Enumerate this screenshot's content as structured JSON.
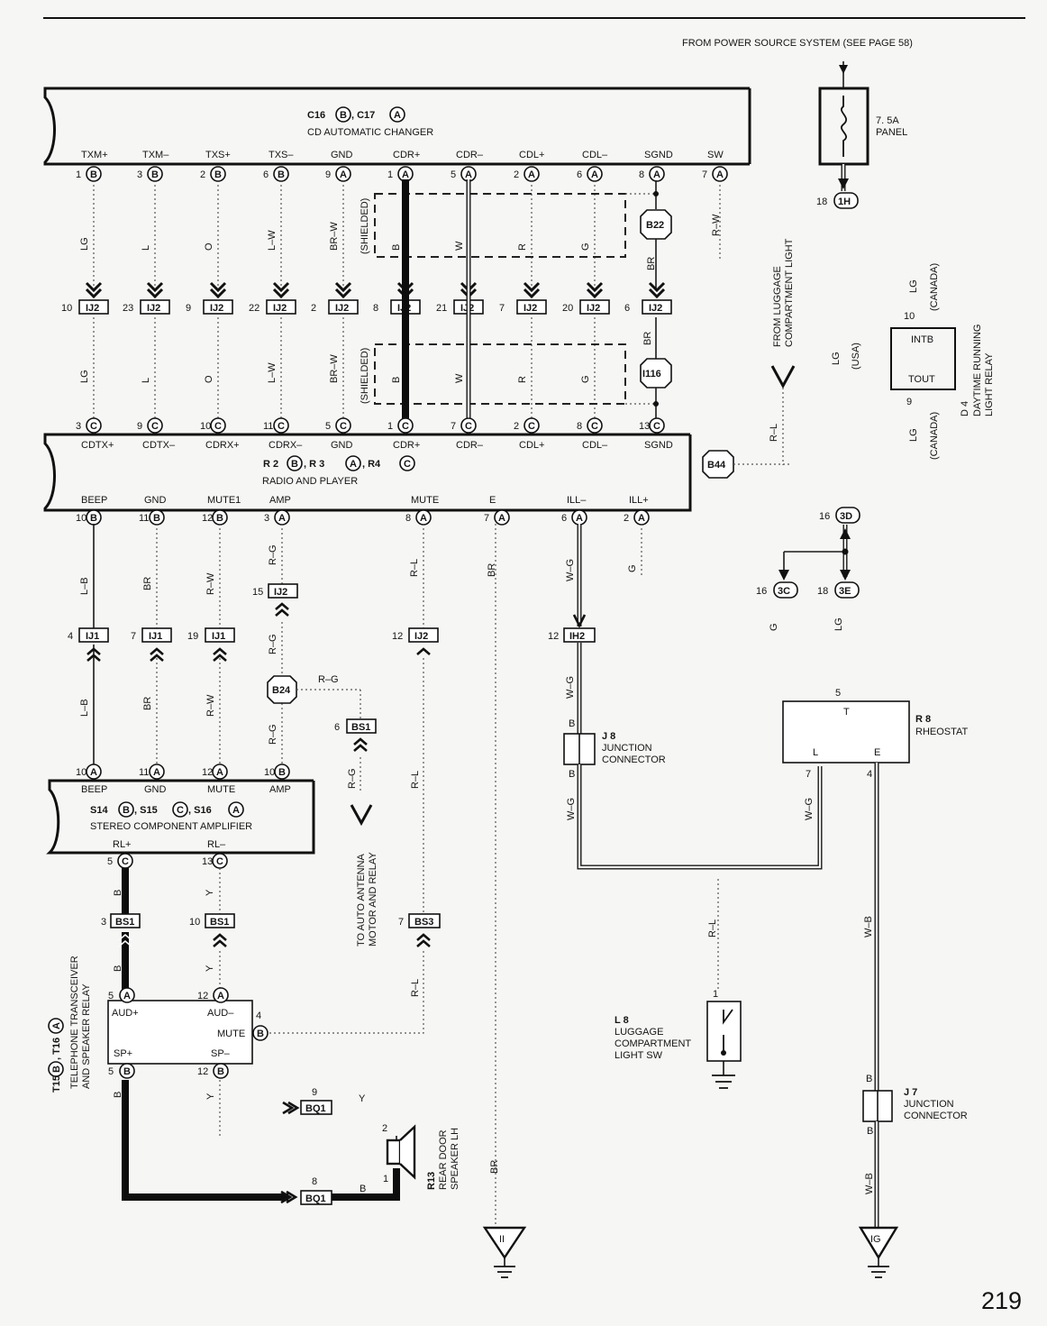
{
  "page_number": "219",
  "power_source_note": "FROM POWER SOURCE SYSTEM (SEE PAGE 58)",
  "fuse": {
    "rating": "7. 5A",
    "name": "PANEL",
    "pin": "18",
    "connector": "1H"
  },
  "cd_changer": {
    "codes": [
      "C16",
      "B",
      ", C17",
      "A"
    ],
    "name": "CD AUTOMATIC CHANGER",
    "pins": [
      {
        "label": "TXM+",
        "num": "1",
        "conn": "B"
      },
      {
        "label": "TXM–",
        "num": "3",
        "conn": "B"
      },
      {
        "label": "TXS+",
        "num": "2",
        "conn": "B"
      },
      {
        "label": "TXS–",
        "num": "6",
        "conn": "B"
      },
      {
        "label": "GND",
        "num": "9",
        "conn": "A"
      },
      {
        "label": "CDR+",
        "num": "1",
        "conn": "A"
      },
      {
        "label": "CDR–",
        "num": "5",
        "conn": "A"
      },
      {
        "label": "CDL+",
        "num": "2",
        "conn": "A"
      },
      {
        "label": "CDL–",
        "num": "6",
        "conn": "A"
      },
      {
        "label": "SGND",
        "num": "8",
        "conn": "A"
      },
      {
        "label": "SW",
        "num": "7",
        "conn": "A"
      }
    ]
  },
  "upper_wires": [
    "LG",
    "L",
    "O",
    "L–W",
    "BR–W",
    "B",
    "W",
    "R",
    "G",
    "BR",
    "R–W"
  ],
  "lower_wires": [
    "LG",
    "L",
    "O",
    "L–W",
    "BR–W",
    "B",
    "W",
    "R",
    "G",
    "BR"
  ],
  "shielded_label": "(SHIELDED)",
  "ij2_connectors": [
    {
      "pin": "10",
      "name": "IJ2"
    },
    {
      "pin": "23",
      "name": "IJ2"
    },
    {
      "pin": "9",
      "name": "IJ2"
    },
    {
      "pin": "22",
      "name": "IJ2"
    },
    {
      "pin": "2",
      "name": "IJ2"
    },
    {
      "pin": "8",
      "name": "IJ2"
    },
    {
      "pin": "21",
      "name": "IJ2"
    },
    {
      "pin": "7",
      "name": "IJ2"
    },
    {
      "pin": "20",
      "name": "IJ2"
    },
    {
      "pin": "6",
      "name": "IJ2"
    }
  ],
  "ground_points": {
    "b22": "B22",
    "i116": "I116",
    "b44": "B44",
    "b24": "B24"
  },
  "radio": {
    "codes": [
      "R 2",
      "B",
      ", R 3",
      "A",
      ", R4",
      "C"
    ],
    "name": "RADIO AND PLAYER",
    "top_pins": [
      {
        "label": "CDTX+",
        "num": "3",
        "conn": "C"
      },
      {
        "label": "CDTX–",
        "num": "9",
        "conn": "C"
      },
      {
        "label": "CDRX+",
        "num": "10",
        "conn": "C"
      },
      {
        "label": "CDRX–",
        "num": "11",
        "conn": "C"
      },
      {
        "label": "GND",
        "num": "5",
        "conn": "C"
      },
      {
        "label": "CDR+",
        "num": "1",
        "conn": "C"
      },
      {
        "label": "CDR–",
        "num": "7",
        "conn": "C"
      },
      {
        "label": "CDL+",
        "num": "2",
        "conn": "C"
      },
      {
        "label": "CDL–",
        "num": "8",
        "conn": "C"
      },
      {
        "label": "SGND",
        "num": "13",
        "conn": "C"
      }
    ],
    "bottom_pins": [
      {
        "label": "BEEP",
        "num": "10",
        "conn": "B"
      },
      {
        "label": "GND",
        "num": "11",
        "conn": "B"
      },
      {
        "label": "MUTE1",
        "num": "12",
        "conn": "B"
      },
      {
        "label": "AMP",
        "num": "3",
        "conn": "A"
      },
      {
        "label": "MUTE",
        "num": "8",
        "conn": "A"
      },
      {
        "label": "E",
        "num": "7",
        "conn": "A"
      },
      {
        "label": "ILL–",
        "num": "6",
        "conn": "A"
      },
      {
        "label": "ILL+",
        "num": "2",
        "conn": "A"
      }
    ]
  },
  "mid_wires": {
    "beep": "L–B",
    "gnd": "BR",
    "mute1": "R–W",
    "amp": "R–G",
    "mute": "R–L",
    "e": "BR",
    "ill_minus": "W–G",
    "ill_plus": "G",
    "b24": "R–G"
  },
  "mid_connectors": {
    "ij2_15": {
      "pin": "15",
      "name": "IJ2"
    },
    "ij1_4": {
      "pin": "4",
      "name": "IJ1"
    },
    "ij1_7": {
      "pin": "7",
      "name": "IJ1"
    },
    "ij1_19": {
      "pin": "19",
      "name": "IJ1"
    },
    "ij2_12": {
      "pin": "12",
      "name": "IJ2"
    },
    "ih2_12": {
      "pin": "12",
      "name": "IH2"
    },
    "bs1_6": {
      "pin": "6",
      "name": "BS1"
    }
  },
  "junction_j8": {
    "code": "J 8",
    "name1": "JUNCTION",
    "name2": "CONNECTOR",
    "wire_in": "B",
    "wire_out": "B"
  },
  "antenna_note": [
    "TO AUTO ANTENNA",
    "MOTOR AND RELAY"
  ],
  "luggage_note": [
    "FROM LUGGAGE",
    "COMPARTMENT LIGHT"
  ],
  "drl_relay": {
    "code": "D 4",
    "name1": "DAYTIME RUNNING",
    "name2": "LIGHT RELAY",
    "pin_intb": "10",
    "pin_tout": "9",
    "intb": "INTB",
    "tout": "TOUT",
    "wire_canada_top": "LG",
    "canada_top": "(CANADA)",
    "wire_usa": "LG",
    "usa": "(USA)",
    "wire_canada_bottom": "LG",
    "canada_bottom": "(CANADA)",
    "wire_rl": "R–L"
  },
  "connector_3d": {
    "pin": "16",
    "name": "3D"
  },
  "connector_3c": {
    "pin": "16",
    "name": "3C",
    "wire": "G"
  },
  "connector_3e": {
    "pin": "18",
    "name": "3E",
    "wire": "LG"
  },
  "rheostat": {
    "code": "R 8",
    "name": "RHEOSTAT",
    "t": "T",
    "l": "L",
    "e": "E",
    "pin_t": "5",
    "pin_l": "7",
    "pin_e": "4",
    "wire_l": "W–G",
    "wire_e": "W–B"
  },
  "amplifier": {
    "codes": [
      "S14",
      "B",
      ", S15",
      "C",
      ", S16",
      "A"
    ],
    "name": "STEREO COMPONENT AMPLIFIER",
    "top_pins": [
      {
        "label": "BEEP",
        "num": "10",
        "conn": "A"
      },
      {
        "label": "GND",
        "num": "11",
        "conn": "A"
      },
      {
        "label": "MUTE",
        "num": "12",
        "conn": "A"
      },
      {
        "label": "AMP",
        "num": "10",
        "conn": "B"
      }
    ],
    "bottom_pins": [
      {
        "label": "RL+",
        "num": "5",
        "conn": "C"
      },
      {
        "label": "RL–",
        "num": "13",
        "conn": "C"
      }
    ]
  },
  "lower_wires_left": {
    "rl_plus": "B",
    "rl_minus": "Y",
    "mute": "R–L",
    "antenna": "R–G",
    "rl": "R–L",
    "br": "BR"
  },
  "bs_connectors": {
    "bs1_3": {
      "pin": "3",
      "name": "BS1"
    },
    "bs1_10": {
      "pin": "10",
      "name": "BS1"
    },
    "bs3_7": {
      "pin": "7",
      "name": "BS3"
    }
  },
  "telephone_relay": {
    "codes": [
      "T15",
      "B",
      ", T16",
      "A"
    ],
    "name1": "TELEPHONE TRANSCEIVER",
    "name2": "AND SPEAKER RELAY",
    "pins": {
      "aud_plus": {
        "label": "AUD+",
        "num": "5",
        "conn": "A"
      },
      "aud_minus": {
        "label": "AUD–",
        "num": "12",
        "conn": "A"
      },
      "mute": {
        "label": "MUTE",
        "num": "4",
        "conn": "B"
      },
      "sp_plus": {
        "label": "SP+",
        "num": "5",
        "conn": "B"
      },
      "sp_minus": {
        "label": "SP–",
        "num": "12",
        "conn": "B"
      }
    },
    "wire_sp_plus": "B",
    "wire_sp_minus": "Y"
  },
  "bq1": {
    "upper": {
      "pin": "9",
      "name": "BQ1",
      "wire": "Y"
    },
    "lower": {
      "pin": "8",
      "name": "BQ1",
      "wire": "B"
    }
  },
  "speaker": {
    "code": "R13",
    "name1": "REAR DOOR",
    "name2": "SPEAKER LH",
    "pin_top": "2",
    "pin_bottom": "1"
  },
  "luggage_switch": {
    "code": "L 8",
    "name1": "LUGGAGE",
    "name2": "COMPARTMENT",
    "name3": "LIGHT SW",
    "pin": "1"
  },
  "junction_j7": {
    "code": "J 7",
    "name1": "JUNCTION",
    "name2": "CONNECTOR",
    "wire_in": "B",
    "wire_out": "B"
  },
  "grounds": {
    "ii": "II",
    "ig": "IG"
  },
  "wire_wb_lower": "W–B",
  "wire_br_lower": "BR",
  "wire_rl_mid": "R–L",
  "wire_wg_j8": "W–G"
}
